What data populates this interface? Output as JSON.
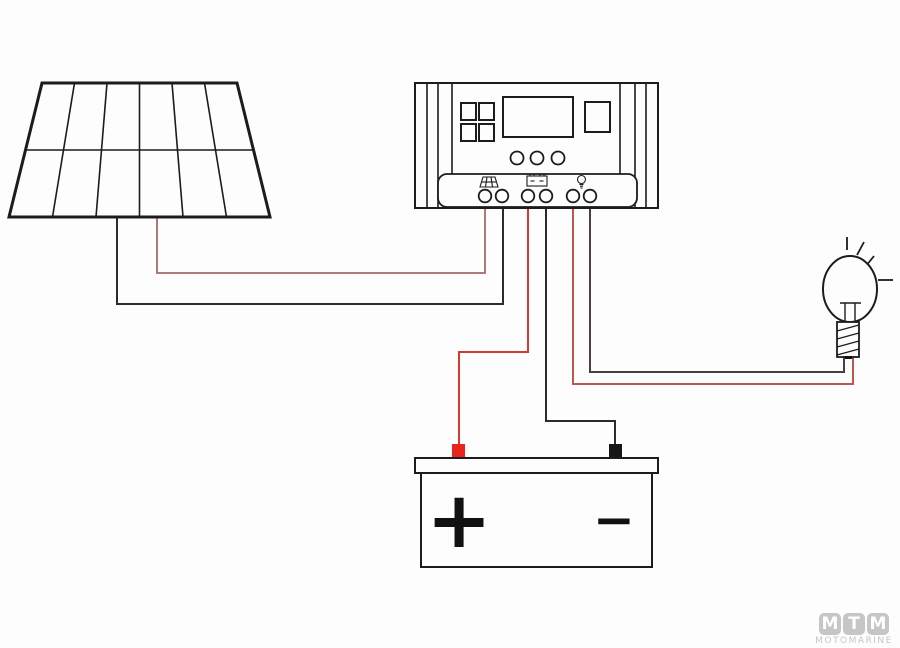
{
  "canvas": {
    "background": "#fdfdfd"
  },
  "colors": {
    "outline": "#1c1c1c",
    "wire_black": "#2b2b2b",
    "wire_dark": "#4a4040",
    "wire_red_solar": "#a97e76",
    "wire_red_battery": "#d63a2c",
    "wire_red_load": "#b95a4e",
    "battery_terminal_red": "#e8251c",
    "battery_terminal_black": "#161616",
    "symbol_color": "#111111",
    "logo_gray": "#c6c6c6"
  },
  "battery": {
    "positive_label": "+",
    "negative_label": "−"
  },
  "logo": {
    "letter_1": "M",
    "letter_2": "T",
    "letter_3": "M",
    "subtitle": "MOTOMARINE"
  }
}
